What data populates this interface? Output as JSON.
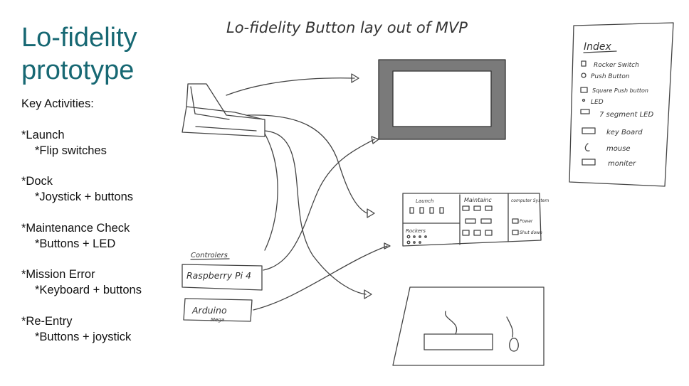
{
  "slide": {
    "title_line1": "Lo-fidelity",
    "title_line2": "prototype",
    "heading": "Key Activities:",
    "activities": [
      {
        "main": "*Launch",
        "sub": "*Flip switches"
      },
      {
        "main": "*Dock",
        "sub": "*Joystick + buttons"
      },
      {
        "main": "*Maintenance Check",
        "sub": "*Buttons + LED"
      },
      {
        "main": "*Mission Error",
        "sub": "*Keyboard + buttons"
      },
      {
        "main": "*Re-Entry",
        "sub": "*Buttons + joystick"
      }
    ]
  },
  "sketch": {
    "title": "Lo-fidelity Button lay out of MVP",
    "index_title": "Index",
    "index_items": [
      "Rocker Switch",
      "Push Button",
      "Square Push button",
      "LED",
      "7 segment LED",
      "key Board",
      "mouse",
      "moniter"
    ],
    "controllers_label": "Controlers",
    "controller1": "Raspberry Pi 4",
    "controller2_line1": "Arduino",
    "controller2_line2": "Mega",
    "panel_launch": "Launch",
    "panel_maintain": "Maintainc",
    "panel_computer": "computer System",
    "panel_rockers": "Rockers",
    "panel_power": "Power",
    "panel_shutdown": "Shut down"
  }
}
